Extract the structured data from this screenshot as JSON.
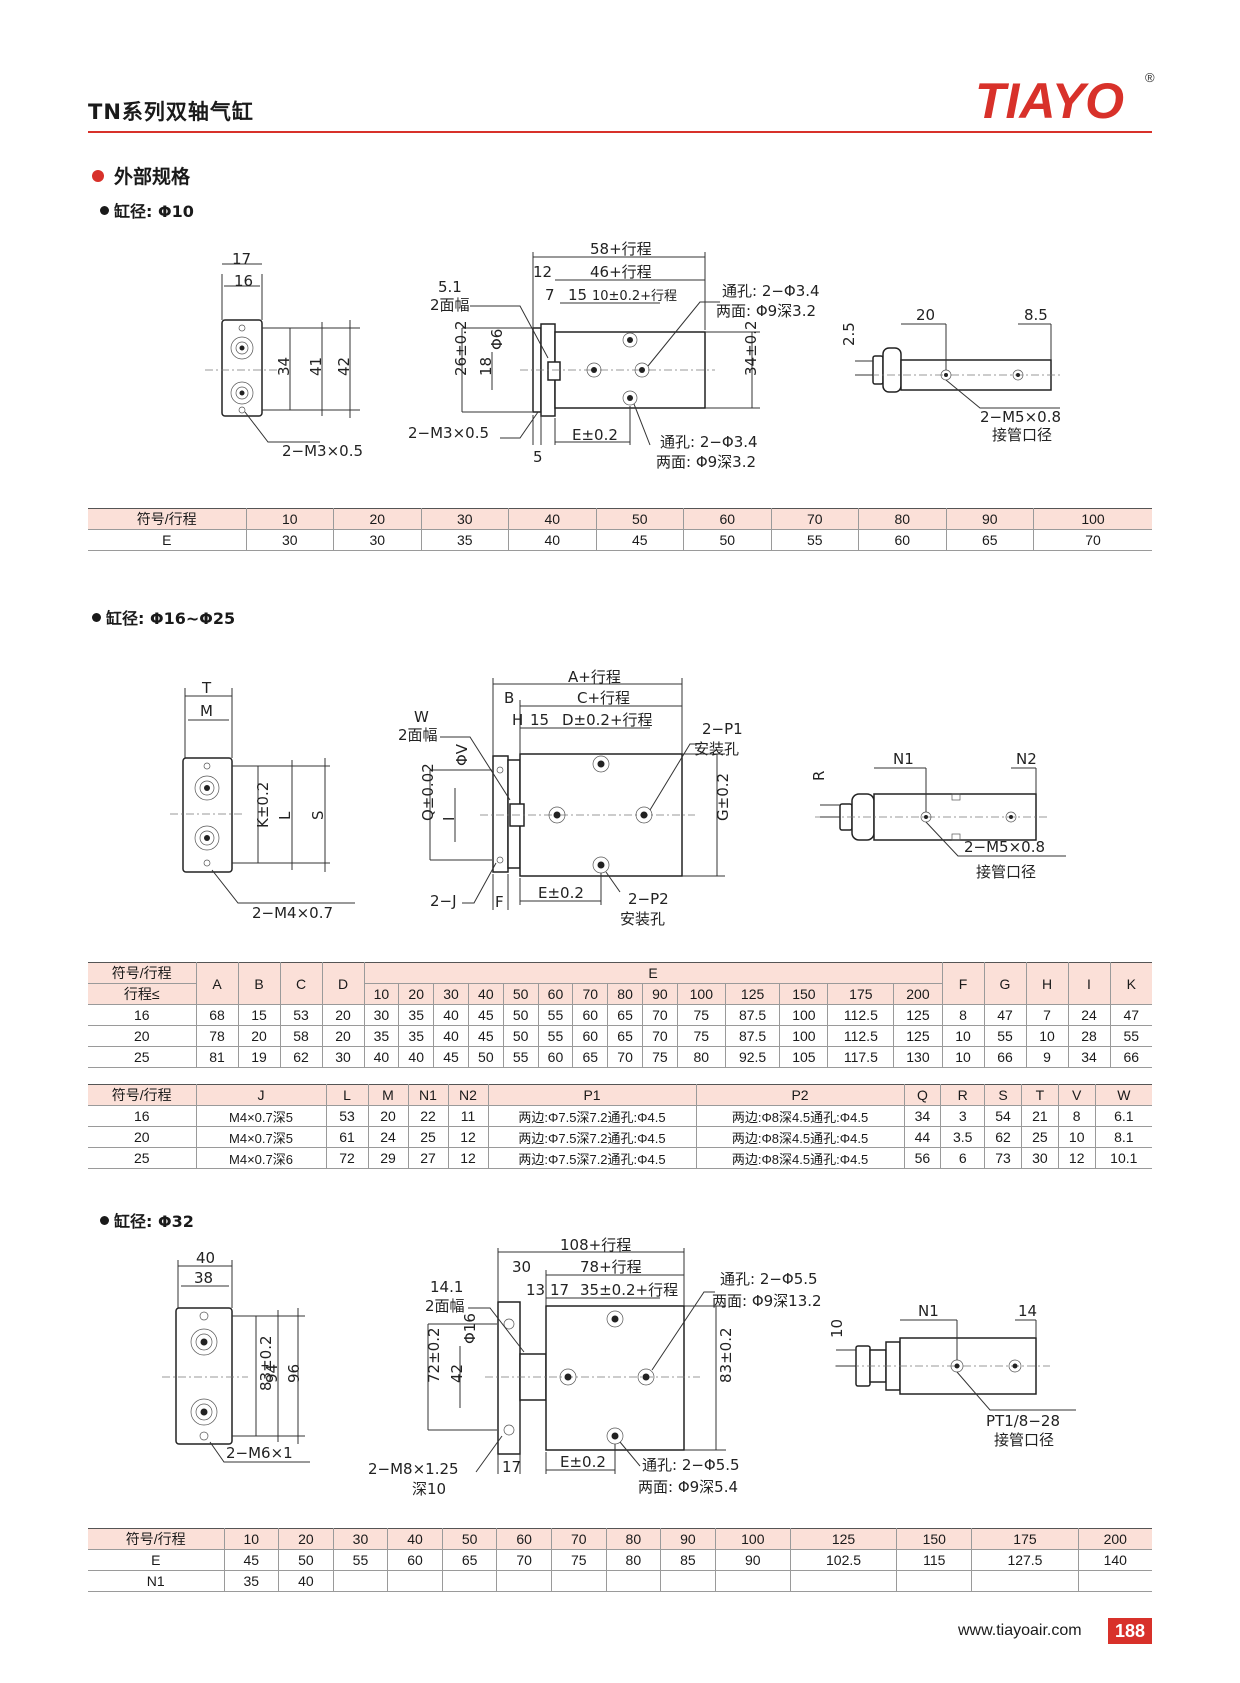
{
  "header": {
    "title": "TN系列双轴气缸",
    "logo_text": "TIAYO",
    "registered": "®"
  },
  "section_heading": "外部规格",
  "footer": {
    "url": "www.tiayoair.com",
    "page": "188"
  },
  "colors": {
    "accent": "#d8312a",
    "table_header": "#fbe0d8"
  },
  "s10": {
    "title": "缸径: Φ10",
    "front": {
      "d17": "17",
      "d16": "16",
      "d34": "34",
      "d41": "41",
      "d42": "42",
      "thread": "2−M3×0.5"
    },
    "side": {
      "d58": "58+行程",
      "d46": "46+行程",
      "d12": "12",
      "d7": "7",
      "d15": "15",
      "d10": "10±0.2+行程",
      "d5_1": "5.1",
      "flat": "2面幅",
      "phi6": "Φ6",
      "d26": "26±0.2",
      "d18": "18",
      "d34": "34±0.2",
      "thread": "2−M3×0.5",
      "d5": "5",
      "e": "E±0.2",
      "hole_top_1": "通孔: 2−Φ3.4",
      "hole_top_2": "两面: Φ9深3.2",
      "hole_bot_1": "通孔: 2−Φ3.4",
      "hole_bot_2": "两面: Φ9深3.2"
    },
    "top": {
      "d2_5": "2.5",
      "d20": "20",
      "d8_5": "8.5",
      "port": "2−M5×0.8",
      "port_label": "接管口径"
    },
    "table": {
      "header": [
        "符号/行程",
        "10",
        "20",
        "30",
        "40",
        "50",
        "60",
        "70",
        "80",
        "90",
        "100"
      ],
      "rows": [
        [
          "E",
          "30",
          "30",
          "35",
          "40",
          "45",
          "50",
          "55",
          "60",
          "65",
          "70"
        ]
      ]
    }
  },
  "s16": {
    "title": "缸径: Φ16~Φ25",
    "front": {
      "t": "T",
      "m": "M",
      "k": "K±0.2",
      "l": "L",
      "s": "S",
      "thread": "2−M4×0.7"
    },
    "side": {
      "a": "A+行程",
      "b": "B",
      "c": "C+行程",
      "h": "H",
      "d15": "15",
      "d": "D±0.2+行程",
      "w": "W",
      "flat": "2面幅",
      "phiv": "ΦV",
      "q": "Q±0.02",
      "i": "I",
      "g": "G±0.2",
      "j": "2−J",
      "f": "F",
      "e": "E±0.2",
      "p1_1": "2−P1",
      "p1_2": "安装孔",
      "p2_1": "2−P2",
      "p2_2": "安装孔"
    },
    "top": {
      "r": "R",
      "n1": "N1",
      "n2": "N2",
      "port": "2−M5×0.8",
      "port_label": "接管口径"
    },
    "table1": {
      "h_sym": "符号/行程",
      "h_stroke": "行程≤",
      "cols_left": [
        "A",
        "B",
        "C",
        "D"
      ],
      "e_label": "E",
      "e_strokes": [
        "10",
        "20",
        "30",
        "40",
        "50",
        "60",
        "70",
        "80",
        "90",
        "100",
        "125",
        "150",
        "175",
        "200"
      ],
      "cols_right": [
        "F",
        "G",
        "H",
        "I",
        "K"
      ],
      "rows": [
        [
          "16",
          "68",
          "15",
          "53",
          "20",
          "30",
          "35",
          "40",
          "45",
          "50",
          "55",
          "60",
          "65",
          "70",
          "75",
          "87.5",
          "100",
          "112.5",
          "125",
          "8",
          "47",
          "7",
          "24",
          "47"
        ],
        [
          "20",
          "78",
          "20",
          "58",
          "20",
          "35",
          "35",
          "40",
          "45",
          "50",
          "55",
          "60",
          "65",
          "70",
          "75",
          "87.5",
          "100",
          "112.5",
          "125",
          "10",
          "55",
          "10",
          "28",
          "55"
        ],
        [
          "25",
          "81",
          "19",
          "62",
          "30",
          "40",
          "40",
          "45",
          "50",
          "55",
          "60",
          "65",
          "70",
          "75",
          "80",
          "92.5",
          "105",
          "117.5",
          "130",
          "10",
          "66",
          "9",
          "34",
          "66"
        ]
      ]
    },
    "table2": {
      "header": [
        "符号/行程",
        "J",
        "L",
        "M",
        "N1",
        "N2",
        "P1",
        "P2",
        "Q",
        "R",
        "S",
        "T",
        "V",
        "W"
      ],
      "rows": [
        [
          "16",
          "M4×0.7深5",
          "53",
          "20",
          "22",
          "11",
          "两边:Φ7.5深7.2通孔:Φ4.5",
          "两边:Φ8深4.5通孔:Φ4.5",
          "34",
          "3",
          "54",
          "21",
          "8",
          "6.1"
        ],
        [
          "20",
          "M4×0.7深5",
          "61",
          "24",
          "25",
          "12",
          "两边:Φ7.5深7.2通孔:Φ4.5",
          "两边:Φ8深4.5通孔:Φ4.5",
          "44",
          "3.5",
          "62",
          "25",
          "10",
          "8.1"
        ],
        [
          "25",
          "M4×0.7深6",
          "72",
          "29",
          "27",
          "12",
          "两边:Φ7.5深7.2通孔:Φ4.5",
          "两边:Φ8深4.5通孔:Φ4.5",
          "56",
          "6",
          "73",
          "30",
          "12",
          "10.1"
        ]
      ]
    }
  },
  "s32": {
    "title": "缸径: Φ32",
    "front": {
      "d40": "40",
      "d38": "38",
      "d83": "83±0.2",
      "d94": "94",
      "d96": "96",
      "thread": "2−M6×1"
    },
    "side": {
      "d108": "108+行程",
      "d30": "30",
      "d78": "78+行程",
      "d13": "13",
      "d17": "17",
      "d35": "35±0.2+行程",
      "d14_1": "14.1",
      "flat": "2面幅",
      "phi16": "Φ16",
      "d72": "72±0.2",
      "d42": "42",
      "d83": "83±0.2",
      "thread_1": "2−M8×1.25",
      "thread_2": "深10",
      "d17b": "17",
      "e": "E±0.2",
      "hole_top_1": "通孔: 2−Φ5.5",
      "hole_top_2": "两面: Φ9深13.2",
      "hole_bot_1": "通孔: 2−Φ5.5",
      "hole_bot_2": "两面: Φ9深5.4"
    },
    "top": {
      "d10": "10",
      "n1": "N1",
      "d14": "14",
      "port": "PT1/8−28",
      "port_label": "接管口径"
    },
    "table": {
      "header": [
        "符号/行程",
        "10",
        "20",
        "30",
        "40",
        "50",
        "60",
        "70",
        "80",
        "90",
        "100",
        "125",
        "150",
        "175",
        "200"
      ],
      "rows": [
        [
          "E",
          "45",
          "50",
          "55",
          "60",
          "65",
          "70",
          "75",
          "80",
          "85",
          "90",
          "102.5",
          "115",
          "127.5",
          "140"
        ],
        [
          "N1",
          "35",
          "40",
          "",
          "",
          "",
          "",
          "",
          "",
          "",
          "",
          "",
          "",
          "",
          ""
        ]
      ]
    }
  }
}
